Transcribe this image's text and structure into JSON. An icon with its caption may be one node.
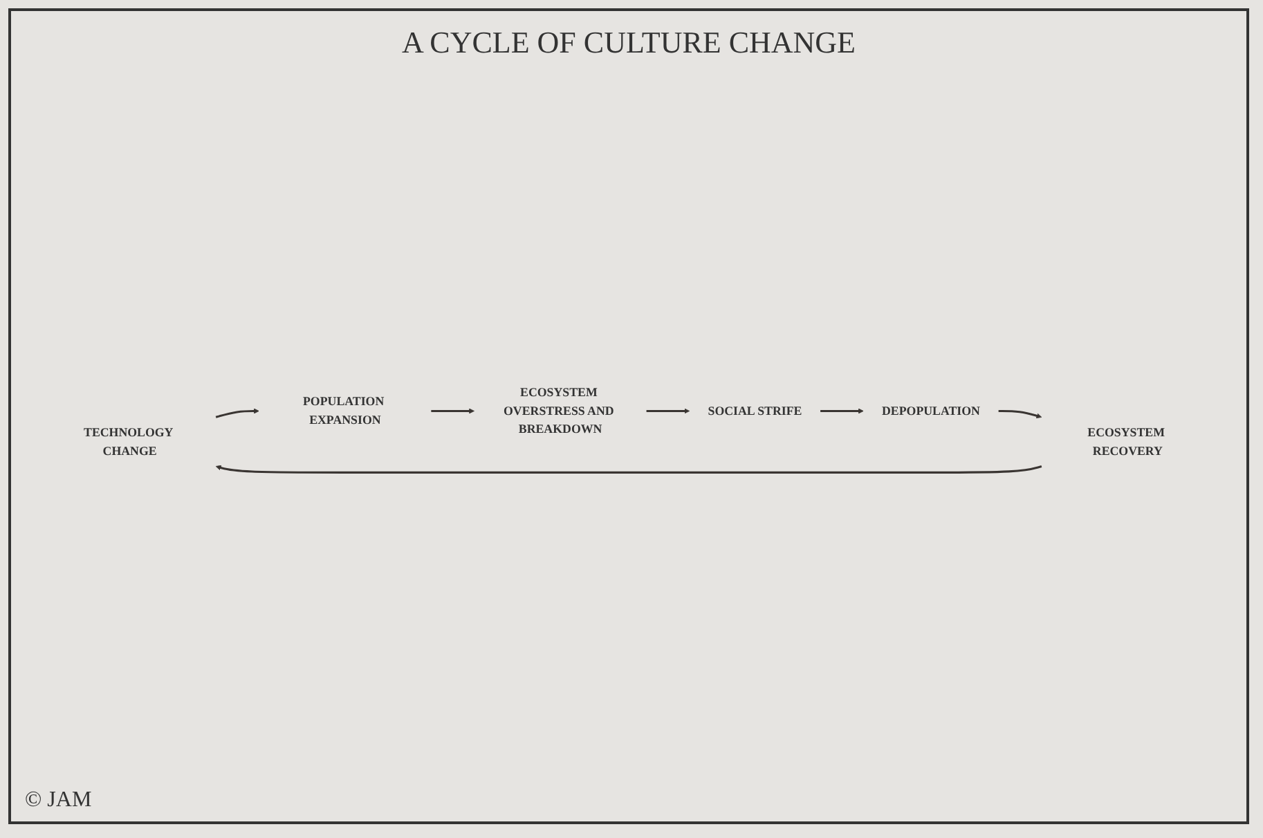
{
  "diagram": {
    "title": "A CYCLE OF CULTURE CHANGE",
    "nodes": [
      {
        "text": [
          "TECHNOLOGY CHANGE"
        ]
      },
      {
        "text": [
          "POPULATION EXPANSION"
        ]
      },
      {
        "text": [
          "ECOSYSTEM OVERSTRESS AND BREAKDOWN"
        ]
      },
      {
        "text": [
          "SOCIAL STRIFE"
        ]
      },
      {
        "text": [
          "DEPOPULATION"
        ]
      },
      {
        "text": [
          "ECOSYSTEM RECOVERY"
        ]
      }
    ],
    "edges": [
      {
        "from": 0,
        "to": 1,
        "arrow": "to"
      },
      {
        "from": 1,
        "to": 2,
        "arrow": "to"
      },
      {
        "from": 2,
        "to": 3,
        "arrow": "to"
      },
      {
        "from": 3,
        "to": 4,
        "arrow": "to"
      },
      {
        "from": 4,
        "to": 5,
        "arrow": "to"
      },
      {
        "from": 5,
        "to": 0,
        "arrow": "to"
      }
    ],
    "labels": [
      "© JAM"
    ]
  }
}
